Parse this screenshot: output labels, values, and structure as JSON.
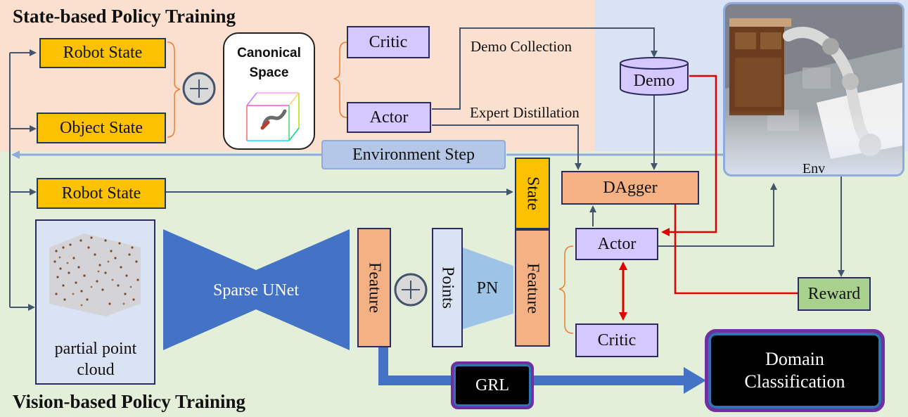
{
  "sections": {
    "state_title": "State-based Policy Training",
    "vision_title": "Vision-based Policy Training"
  },
  "state_branch": {
    "robot_state": "Robot State",
    "object_state": "Object State",
    "canonical_space": "Canonical Space",
    "critic": "Critic",
    "actor": "Actor",
    "demo_collection": "Demo Collection",
    "expert_distillation": "Expert Distillation",
    "demo": "Demo"
  },
  "environment_step": "Environment Step",
  "env": "Env",
  "vision_branch": {
    "robot_state": "Robot State",
    "partial_point_cloud": "partial point cloud",
    "sparse_unet": "Sparse UNet",
    "feature_left": "Feature",
    "points": "Points",
    "pn": "PN",
    "feature_right": "Feature",
    "state": "State",
    "dagger": "DAgger",
    "actor": "Actor",
    "critic": "Critic",
    "reward": "Reward",
    "grl": "GRL",
    "domain_classification": "Domain Classification"
  },
  "colors": {
    "state_bg": "#fbe0d0",
    "vision_bg": "#e3efd9",
    "env_bg": "#dae3f3",
    "blue_arrow": "#4472c4",
    "red_arrow": "#e00000"
  }
}
